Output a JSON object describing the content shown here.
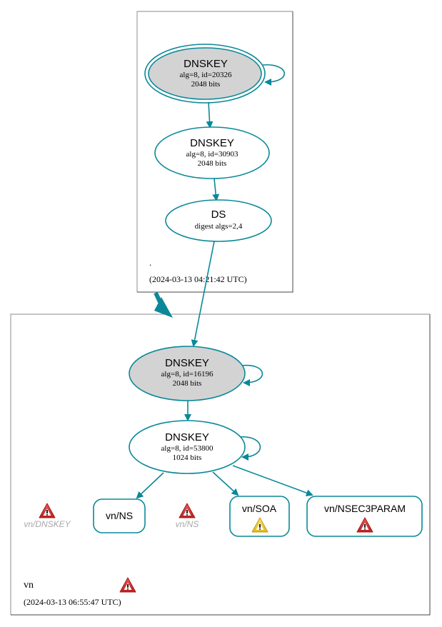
{
  "colors": {
    "edge": "#0a8899",
    "node_stroke": "#0a8899",
    "ksk_fill": "#d3d3d3",
    "cluster_border": "#a0a0a0",
    "cluster_border_dark": "#444444",
    "warning_red": "#d23434",
    "warning_yellow": "#f2d43a",
    "missing_text": "#a8a8a8"
  },
  "clusters": {
    "root": {
      "label": ".",
      "timestamp": "(2024-03-13 04:21:42 UTC)"
    },
    "vn": {
      "label": "vn",
      "timestamp": "(2024-03-13 06:55:47 UTC)",
      "warning_icon": "warning-red-icon"
    }
  },
  "nodes": {
    "root_ksk": {
      "title": "DNSKEY",
      "line1": "alg=8, id=20326",
      "line2": "2048 bits"
    },
    "root_zsk": {
      "title": "DNSKEY",
      "line1": "alg=8, id=30903",
      "line2": "2048 bits"
    },
    "root_ds": {
      "title": "DS",
      "line1": "digest algs=2,4"
    },
    "vn_ksk": {
      "title": "DNSKEY",
      "line1": "alg=8, id=16196",
      "line2": "2048 bits"
    },
    "vn_zsk": {
      "title": "DNSKEY",
      "line1": "alg=8, id=53800",
      "line2": "1024 bits"
    },
    "vn_ns": {
      "title": "vn/NS"
    },
    "vn_soa": {
      "title": "vn/SOA",
      "warning_icon": "warning-yellow-icon"
    },
    "vn_nsec3param": {
      "title": "vn/NSEC3PARAM",
      "warning_icon": "warning-red-icon"
    },
    "vn_dnskey_missing": {
      "title": "vn/DNSKEY",
      "warning_icon": "warning-red-icon"
    },
    "vn_ns_missing": {
      "title": "vn/NS",
      "warning_icon": "warning-red-icon"
    }
  }
}
